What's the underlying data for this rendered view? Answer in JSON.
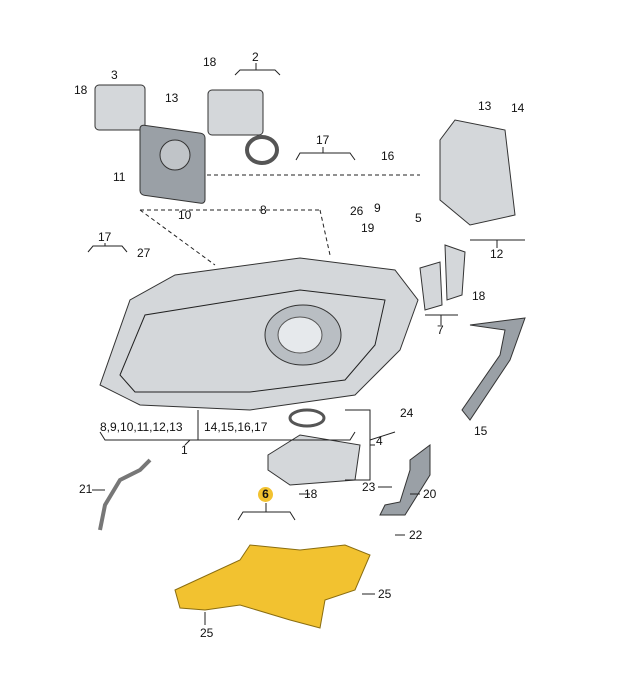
{
  "diagram": {
    "highlight_color": "#f2c230",
    "labels": {
      "p3": "3",
      "p18a": "18",
      "p13a": "13",
      "p18b": "18",
      "p2": "2",
      "p11": "11",
      "p17a": "17",
      "p16": "16",
      "p13b": "13",
      "p14": "14",
      "p26": "26",
      "p19": "19",
      "p9": "9",
      "p5": "5",
      "p10": "10",
      "p8": "8",
      "p17b": "17",
      "p27": "27",
      "p12": "12",
      "p7": "7",
      "p18c": "18",
      "p15": "15",
      "group_left": "8,9,10,11,12,13",
      "group_right": "14,15,16,17",
      "p1": "1",
      "p4": "4",
      "p24": "24",
      "p18d": "18",
      "p23": "23",
      "p20": "20",
      "p21": "21",
      "p6": "6",
      "p22": "22",
      "p25a": "25",
      "p25b": "25"
    }
  }
}
